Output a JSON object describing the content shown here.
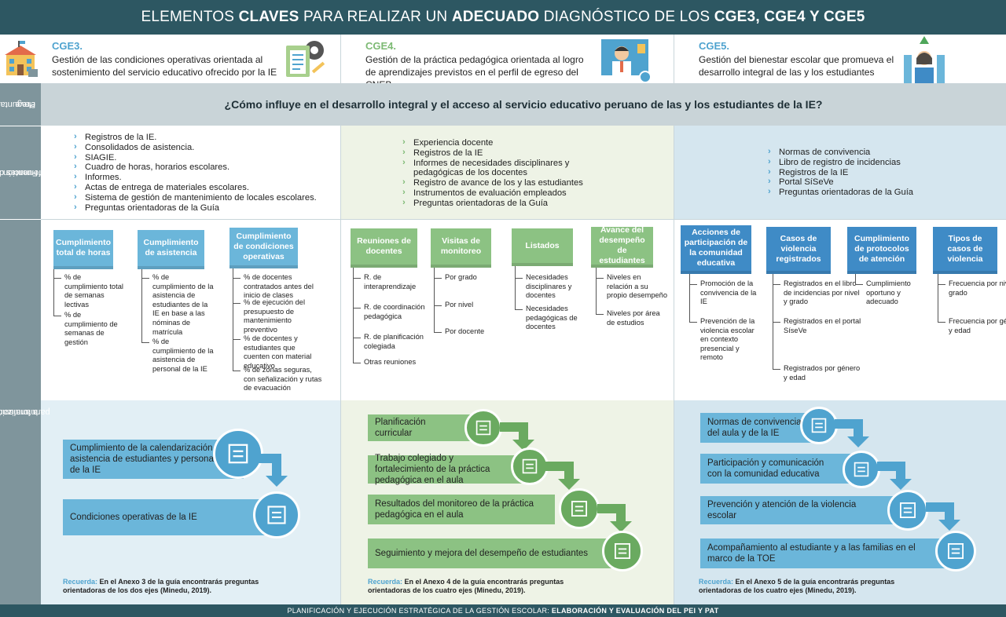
{
  "header": {
    "t1": "ELEMENTOS ",
    "t2": "CLAVES",
    "t3": " PARA REALIZAR UN ",
    "t4": "ADECUADO",
    "t5": " DIAGNÓSTICO DE LOS ",
    "t6": "CGE3, CGE4 Y CGE5"
  },
  "side": {
    "preguntas": [
      "Preguntas",
      "clave"
    ],
    "fuentes": [
      "Fuentes de",
      "información"
    ],
    "info": [
      "Información",
      "para  analizar"
    ]
  },
  "cge": [
    {
      "title": "CGE3.",
      "desc": "Gestión de las condiciones operativas orientada al sostenimiento del servicio educativo ofrecido por la IE"
    },
    {
      "title": "CGE4.",
      "desc": "Gestión de la práctica pedagógica orientada al logro de aprendizajes previstos en el perfil de egreso del CNEB"
    },
    {
      "title": "CGE5.",
      "desc": "Gestión del bienestar escolar que promueva el desarrollo integral de las y los estudiantes"
    }
  ],
  "question": "¿Cómo influye en el desarrollo integral y el acceso al servicio educativo peruano de las y los estudiantes de la IE?",
  "sources": {
    "cge3": [
      "Registros de la IE.",
      "Consolidados de asistencia.",
      "SIAGIE.",
      "Cuadro de horas, horarios escolares.",
      "Informes.",
      "Actas de entrega de materiales escolares.",
      "Sistema de gestión de mantenimiento de locales escolares.",
      "Preguntas orientadoras de la Guía"
    ],
    "cge4": [
      "Experiencia docente",
      "Registros de la IE",
      "Informes de necesidades disciplinares y pedagógicas de los docentes",
      "Registro de avance de los y las estudiantes",
      "Instrumentos de evaluación empleados",
      "Preguntas orientadoras de la Guía"
    ],
    "cge5": [
      "Normas de convivencia",
      "Libro de registro de incidencias",
      "Registros de la IE",
      "Portal SíSeVe",
      "Preguntas orientadoras de la Guía"
    ]
  },
  "categories": [
    {
      "label": "Cumplimiento total de horas",
      "items": [
        "% de cumplimiento total de semanas lectivas",
        "% de cumplimiento de semanas de gestión"
      ]
    },
    {
      "label": "Cumplimiento de asistencia",
      "items": [
        "% de cumplimiento de la asistencia de estudiantes de la IE en base a las nóminas de matrícula",
        "% de cumplimiento de la asistencia de personal de la IE"
      ]
    },
    {
      "label": "Cumplimiento de condiciones operativas",
      "items": [
        "% de docentes contratados antes del inicio de clases",
        "% de ejecución del presupuesto de mantenimiento preventivo",
        "% de docentes y estudiantes que cuenten con material educativo",
        "% de zonas seguras, con señalización y rutas de evacuación"
      ]
    },
    {
      "label": "Reuniones de docentes",
      "items": [
        "R. de interaprendizaje",
        "R. de coordinación pedagógica",
        "R. de planificación colegiada",
        "Otras reuniones"
      ]
    },
    {
      "label": "Visitas de monitoreo",
      "items": [
        "Por grado",
        "Por nivel",
        "Por docente"
      ]
    },
    {
      "label": "Listados",
      "items": [
        "Necesidades disciplinares y docentes",
        "Necesidades pedagógicas de docentes"
      ]
    },
    {
      "label": "Avance del desempeño de estudiantes",
      "items": [
        "Niveles en relación a su propio desempeño",
        "Niveles por área de estudios"
      ]
    },
    {
      "label": "Acciones de participación de la comunidad educativa",
      "items": [
        "Promoción de la convivencia de la IE",
        "Prevención de la violencia escolar en contexto presencial y remoto"
      ]
    },
    {
      "label": "Casos de violencia registrados",
      "items": [
        "Registrados en el libro de incidencias por nivel y grado",
        "Registrados en el portal SíseVe",
        "Registrados por género y edad"
      ]
    },
    {
      "label": "Cumplimiento de protocolos de atención",
      "items": [
        "Cumplimiento oportuno y adecuado"
      ]
    },
    {
      "label": "Tipos de casos de violencia",
      "items": [
        "Frecuencia por nivel y grado",
        "Frecuencia por género y edad"
      ]
    }
  ],
  "process": {
    "cge3": [
      "Cumplimiento de la calendarización y asistencia de estudiantes y personal de la IE",
      "Condiciones operativas de la IE"
    ],
    "cge4": [
      "Planificación curricular",
      "Trabajo colegiado y fortalecimiento de la práctica pedagógica en el aula",
      "Resultados del monitoreo de la práctica pedagógica en el aula",
      "Seguimiento y mejora del desempeño de estudiantes"
    ],
    "cge5": [
      "Normas de convivencia del aula y de la IE",
      "Participación y comunicación con la comunidad educativa",
      "Prevención y atención de la violencia escolar",
      "Acompañamiento al estudiante y a las familias en el marco de la TOE"
    ]
  },
  "notes": [
    {
      "lead": "Recuerda:",
      "text": " En el Anexo 3 de la guía encontrarás preguntas orientadoras de los dos ejes (Minedu, 2019)."
    },
    {
      "lead": "Recuerda:",
      "text": " En el Anexo 4 de la guía encontrarás preguntas orientadoras de los cuatro ejes (Minedu, 2019)."
    },
    {
      "lead": "Recuerda:",
      "text": " En el Anexo 5 de la guía encontrarás preguntas orientadoras de los cuatro ejes (Minedu, 2019)."
    }
  ],
  "footer": {
    "normal": "PLANIFICACIÓN Y EJECUCIÓN ESTRATÉGICA DE LA GESTIÓN ESCOLAR: ",
    "bold": "ELABORACIÓN Y EVALUACIÓN DEL PEI Y PAT"
  },
  "colors": {
    "dark_teal": "#2d5762",
    "blue": "#6bb6da",
    "green": "#8cc283",
    "navy": "#3f8bc6",
    "grey": "#7f959c"
  }
}
